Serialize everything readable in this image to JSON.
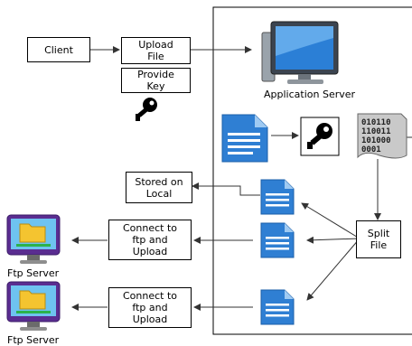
{
  "nodes": {
    "client": "Client",
    "upload_file": "Upload\nFile",
    "provide_key": "Provide\nKey",
    "stored_local": "Stored on\nLocal",
    "connect_1": "Connect to\nftp and\nUpload",
    "connect_2": "Connect to\nftp and\nUpload",
    "split_file": "Split\nFile"
  },
  "captions": {
    "app_server": "Application Server",
    "ftp_server_1": "Ftp Server",
    "ftp_server_2": "Ftp Server"
  },
  "binary_text": [
    "010110",
    "110011",
    "101000",
    "0001"
  ],
  "icons": {
    "server": "desktop-computer-icon",
    "document": "document-icon",
    "key": "key-icon",
    "ftp": "ftp-server-icon",
    "binary": "binary-file-icon"
  },
  "colors": {
    "doc_blue": "#2f7fd3",
    "folder": "#f4c430",
    "line": "#333333"
  }
}
